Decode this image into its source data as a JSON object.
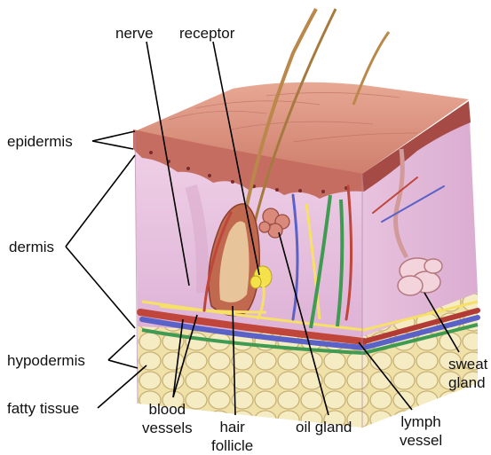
{
  "diagram": {
    "labels": {
      "nerve": "nerve",
      "receptor": "receptor",
      "epidermis": "epidermis",
      "dermis": "dermis",
      "hypodermis": "hypodermis",
      "fatty_tissue": "fatty tissue",
      "blood_vessels": [
        "blood",
        "vessels"
      ],
      "hair_follicle": [
        "hair",
        "follicle"
      ],
      "oil_gland": "oil gland",
      "lymph_vessel": [
        "lymph",
        "vessel"
      ],
      "sweat_gland": [
        "sweat",
        "gland"
      ]
    }
  },
  "colors": {
    "dermis": "#e6c3e0",
    "epidermis": "#c8776a",
    "hypodermis_fat": "#f0e4b0",
    "blood_vessel": "#c0453a",
    "vein": "#5a62c8",
    "lymph_vessel": "#3f9a52",
    "nerve": "#ffe35a",
    "hair": "#b88a4a"
  }
}
